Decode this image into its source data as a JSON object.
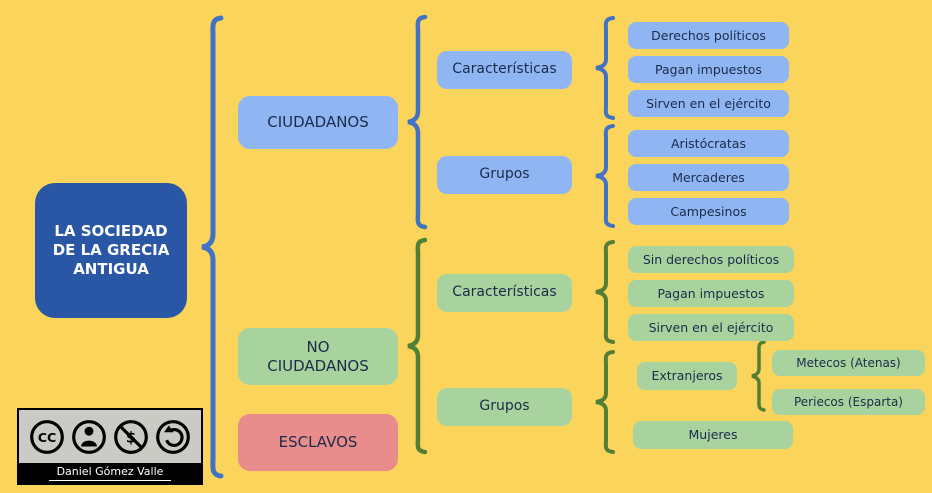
{
  "colors": {
    "background": "#FBD45C",
    "root_fill": "#2A57A5",
    "blue_fill": "#8FB6F2",
    "green_fill": "#A8D39E",
    "red_fill": "#E88C8C",
    "blue_brace": "#4173C4",
    "green_brace": "#527F35"
  },
  "root": {
    "label": "LA SOCIEDAD\nDE LA GRECIA\nANTIGUA"
  },
  "ciudadanos": {
    "label": "CIUDADANOS",
    "caracteristicas": {
      "label": "Características",
      "items": [
        "Derechos políticos",
        "Pagan impuestos",
        "Sirven en el ejército"
      ]
    },
    "grupos": {
      "label": "Grupos",
      "items": [
        "Aristócratas",
        "Mercaderes",
        "Campesinos"
      ]
    }
  },
  "no_ciudadanos": {
    "label": "NO\nCIUDADANOS",
    "caracteristicas": {
      "label": "Características",
      "items": [
        "Sin derechos políticos",
        "Pagan impuestos",
        "Sirven en el ejército"
      ]
    },
    "grupos": {
      "label": "Grupos",
      "extranjeros": {
        "label": "Extranjeros",
        "items": [
          "Metecos (Atenas)",
          "Periecos (Esparta)"
        ]
      },
      "mujeres": {
        "label": "Mujeres"
      }
    }
  },
  "esclavos": {
    "label": "ESCLAVOS"
  },
  "credit": {
    "author": "Daniel Gómez Valle",
    "icons": [
      "cc-icon",
      "attribution-icon",
      "non-commercial-icon",
      "share-alike-icon"
    ]
  }
}
